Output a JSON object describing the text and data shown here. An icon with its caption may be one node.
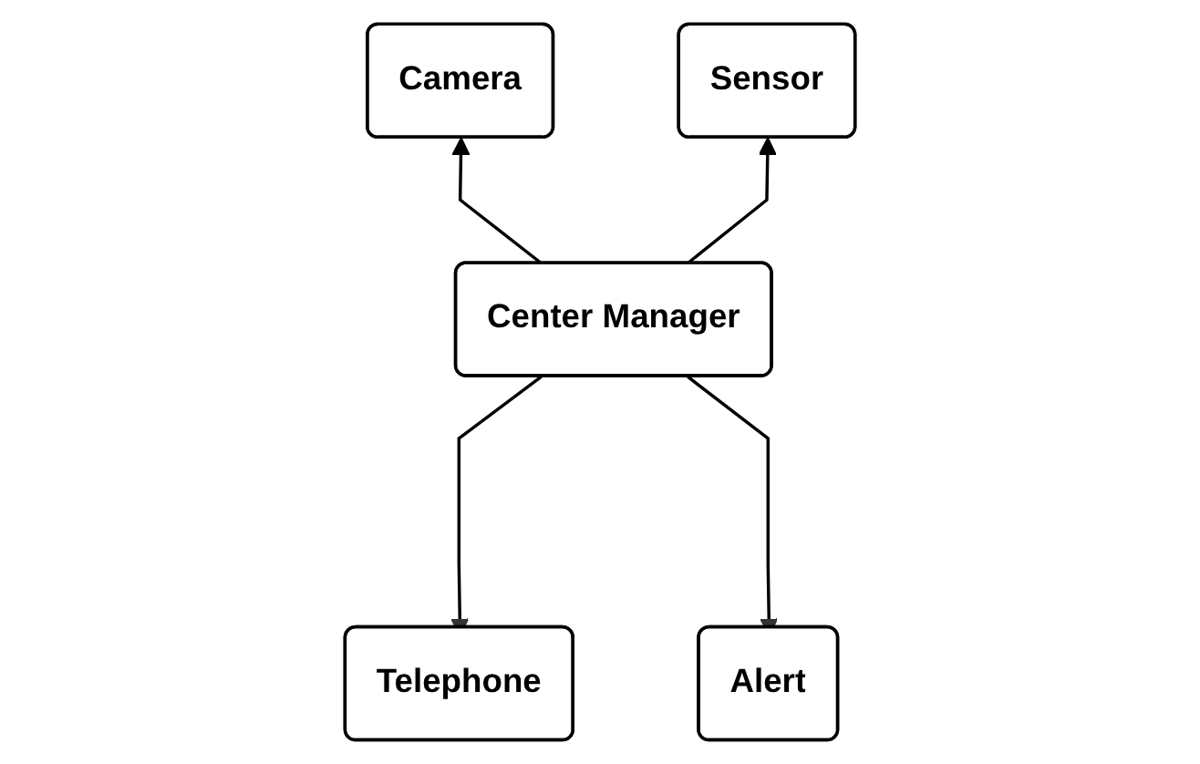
{
  "diagram": {
    "nodes": [
      {
        "text": [
          "Camera"
        ]
      },
      {
        "text": [
          "Sensor"
        ]
      },
      {
        "text": [
          "Center Manager"
        ]
      },
      {
        "text": [
          "Telephone"
        ]
      },
      {
        "text": [
          "Alert"
        ]
      }
    ],
    "edges": [
      {
        "from": 2,
        "to": 0,
        "arrow": "to"
      },
      {
        "from": 2,
        "to": 1,
        "arrow": "to"
      },
      {
        "from": 2,
        "to": 3,
        "arrow": "to"
      },
      {
        "from": 2,
        "to": 4,
        "arrow": "to"
      }
    ]
  }
}
